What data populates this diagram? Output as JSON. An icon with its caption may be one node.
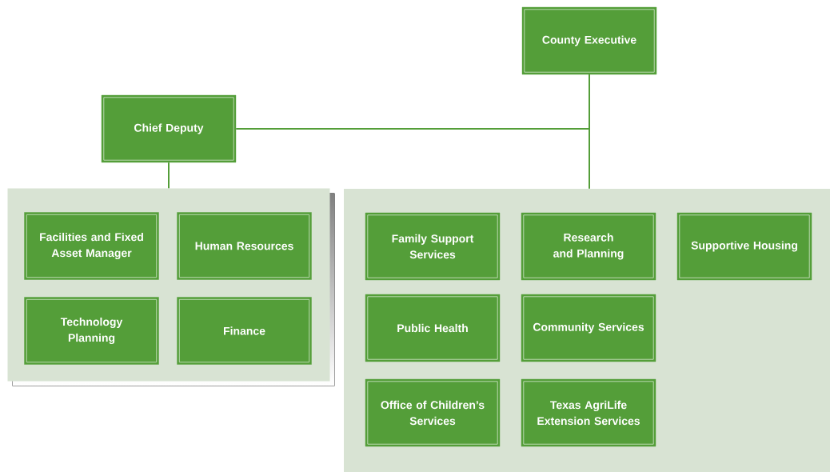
{
  "diagram": {
    "nodes": [
      {
        "text": [
          "County Executive"
        ]
      },
      {
        "text": [
          "Chief Deputy"
        ]
      },
      {
        "text": [],
        "shape": "box"
      },
      {
        "text": [
          "Facilities and Fixed Asset Manager"
        ],
        "in": 2
      },
      {
        "text": [
          "Human Resources"
        ],
        "in": 2
      },
      {
        "text": [
          "Technology Planning"
        ],
        "in": 2
      },
      {
        "text": [
          "Finance"
        ],
        "in": 2
      },
      {
        "text": [],
        "shape": "box"
      },
      {
        "text": [
          "Family Support Services"
        ],
        "in": 7
      },
      {
        "text": [
          "Research and Planning"
        ],
        "in": 7
      },
      {
        "text": [
          "Supportive Housing"
        ],
        "in": 7
      },
      {
        "text": [
          "Public Health"
        ],
        "in": 7
      },
      {
        "text": [
          "Community Services"
        ],
        "in": 7
      },
      {
        "text": [
          "Office of Children’s Services"
        ],
        "in": 7
      },
      {
        "text": [
          "Texas AgriLife Extension Services"
        ],
        "in": 7
      }
    ],
    "edges": [
      {
        "from": 0,
        "to": 7,
        "arrow": "none"
      },
      {
        "from": 1,
        "to": 0,
        "arrow": "none"
      },
      {
        "from": 1,
        "to": 2,
        "arrow": "none"
      }
    ]
  }
}
